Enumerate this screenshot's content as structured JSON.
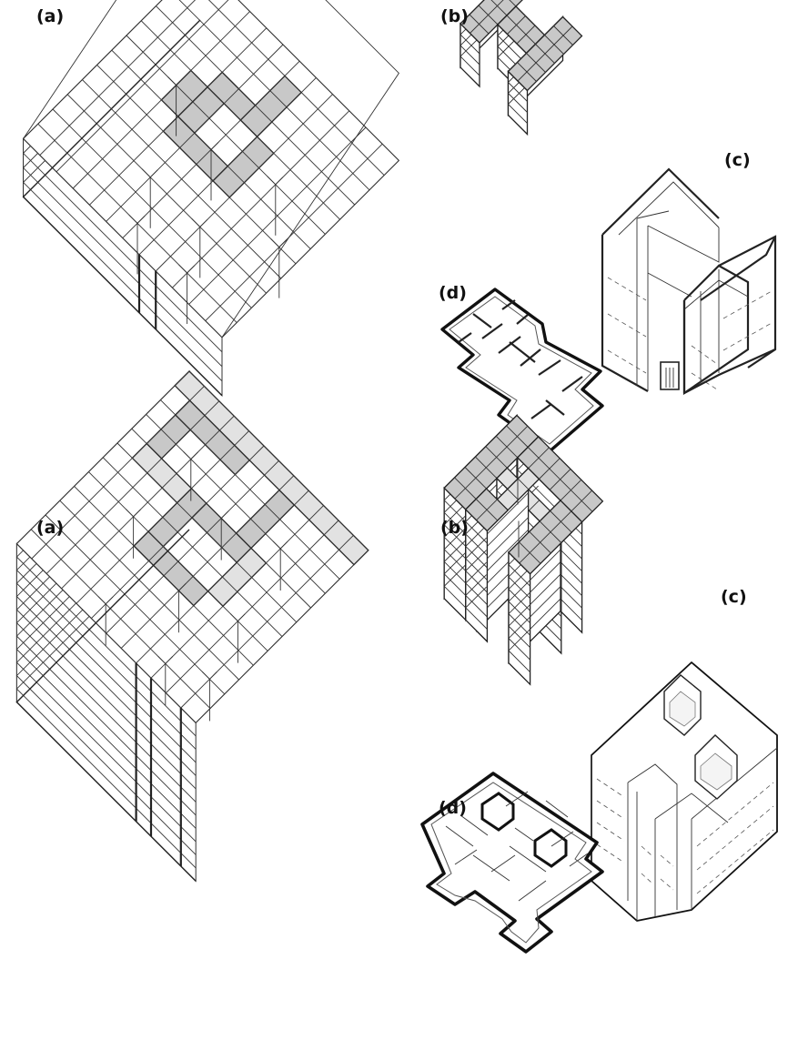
{
  "colors": {
    "line": "#333333",
    "highlight": "#c8c8c8",
    "highlight_light": "#e2e2e2",
    "background": "#ffffff"
  },
  "top": {
    "label_a": "(a)",
    "label_b": "(b)",
    "label_c": "(c)",
    "label_d": "(d)"
  },
  "bottom": {
    "label_a": "(a)",
    "label_b": "(b)",
    "label_c": "(c)",
    "label_d": "(d)"
  }
}
